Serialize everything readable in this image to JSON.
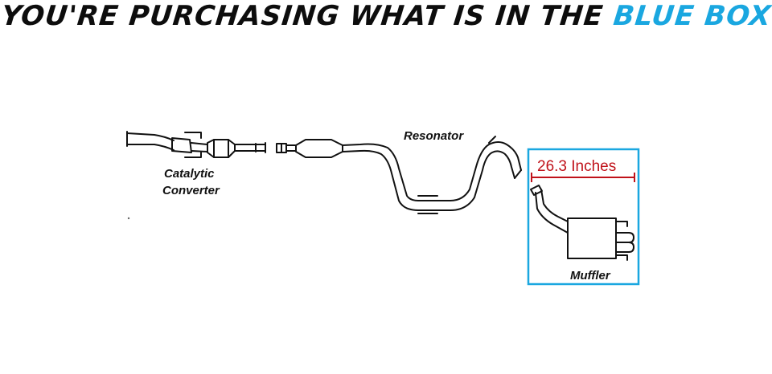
{
  "headline": {
    "text_main": "YOU'RE PURCHASING WHAT IS IN THE ",
    "text_accent": "BLUE BOX"
  },
  "labels": {
    "catalytic_line1": "Catalytic",
    "catalytic_line2": "Converter",
    "resonator": "Resonator",
    "muffler": "Muffler",
    "dimension": "26.3 Inches"
  },
  "colors": {
    "accent_blue": "#1aa7e0",
    "dimension_red": "#c0121a",
    "line": "#111111"
  }
}
